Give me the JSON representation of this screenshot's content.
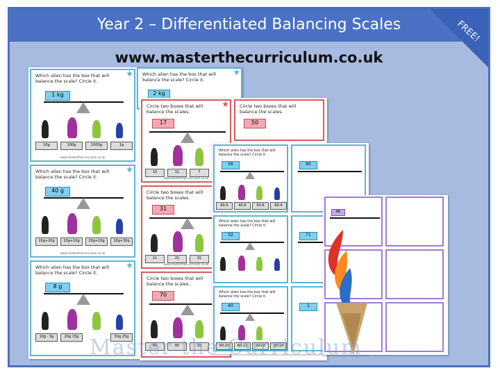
{
  "banner": {
    "title": "Year 2 – Differentiated Balancing Scales",
    "corner_label": "FREE!"
  },
  "url": "www.masterthecurriculum.co.uk",
  "sheet1": {
    "question": "Which alien has the box that will balance the scale? Circle it.",
    "cards": [
      {
        "box": "1 kg",
        "weights": [
          "10g",
          "100g",
          "1000g",
          "1g"
        ]
      },
      {
        "box": "40 g",
        "weights": [
          "10g+20g",
          "10g+10g",
          "20g+10g",
          "10g+30g"
        ]
      },
      {
        "box": "8 g",
        "weights": [
          "10g - 5g",
          "20g 15g",
          "",
          "50g 25g"
        ]
      }
    ],
    "card2_box": "2 kg"
  },
  "sheet2": {
    "question": "Circle two boxes that will balance the scales.",
    "cards": [
      {
        "box": "17",
        "weights": [
          "10",
          "11",
          "7"
        ]
      },
      {
        "box": "31",
        "weights": [
          "11",
          "21",
          "31"
        ]
      },
      {
        "box": "70",
        "weights": [
          "60",
          "80",
          "10"
        ]
      }
    ],
    "side_box": "50"
  },
  "sheet3": {
    "question": "Which alien has the box that will balance the scale? Circle it.",
    "cards": [
      {
        "box": "56",
        "weights": [
          "60-5",
          "40-6",
          "50-6",
          "60-4"
        ]
      },
      {
        "box": "32",
        "weights": [
          "",
          "",
          "",
          ""
        ]
      },
      {
        "box": "40",
        "weights": [
          "50-10",
          "60-11",
          "20+5",
          "30-10"
        ]
      }
    ],
    "side_boxes": [
      "90",
      "71",
      "1"
    ]
  },
  "sheet4": {
    "boxes": [
      "66",
      "",
      "",
      ""
    ]
  },
  "footer": "www.masterthecurriculum.co.uk",
  "watermark": "Master the Curriculum",
  "colors": {
    "banner": "#4a71c4",
    "background": "#a7bbe0",
    "blue_card": "#5ab5cf",
    "red_card": "#d65a5a"
  }
}
